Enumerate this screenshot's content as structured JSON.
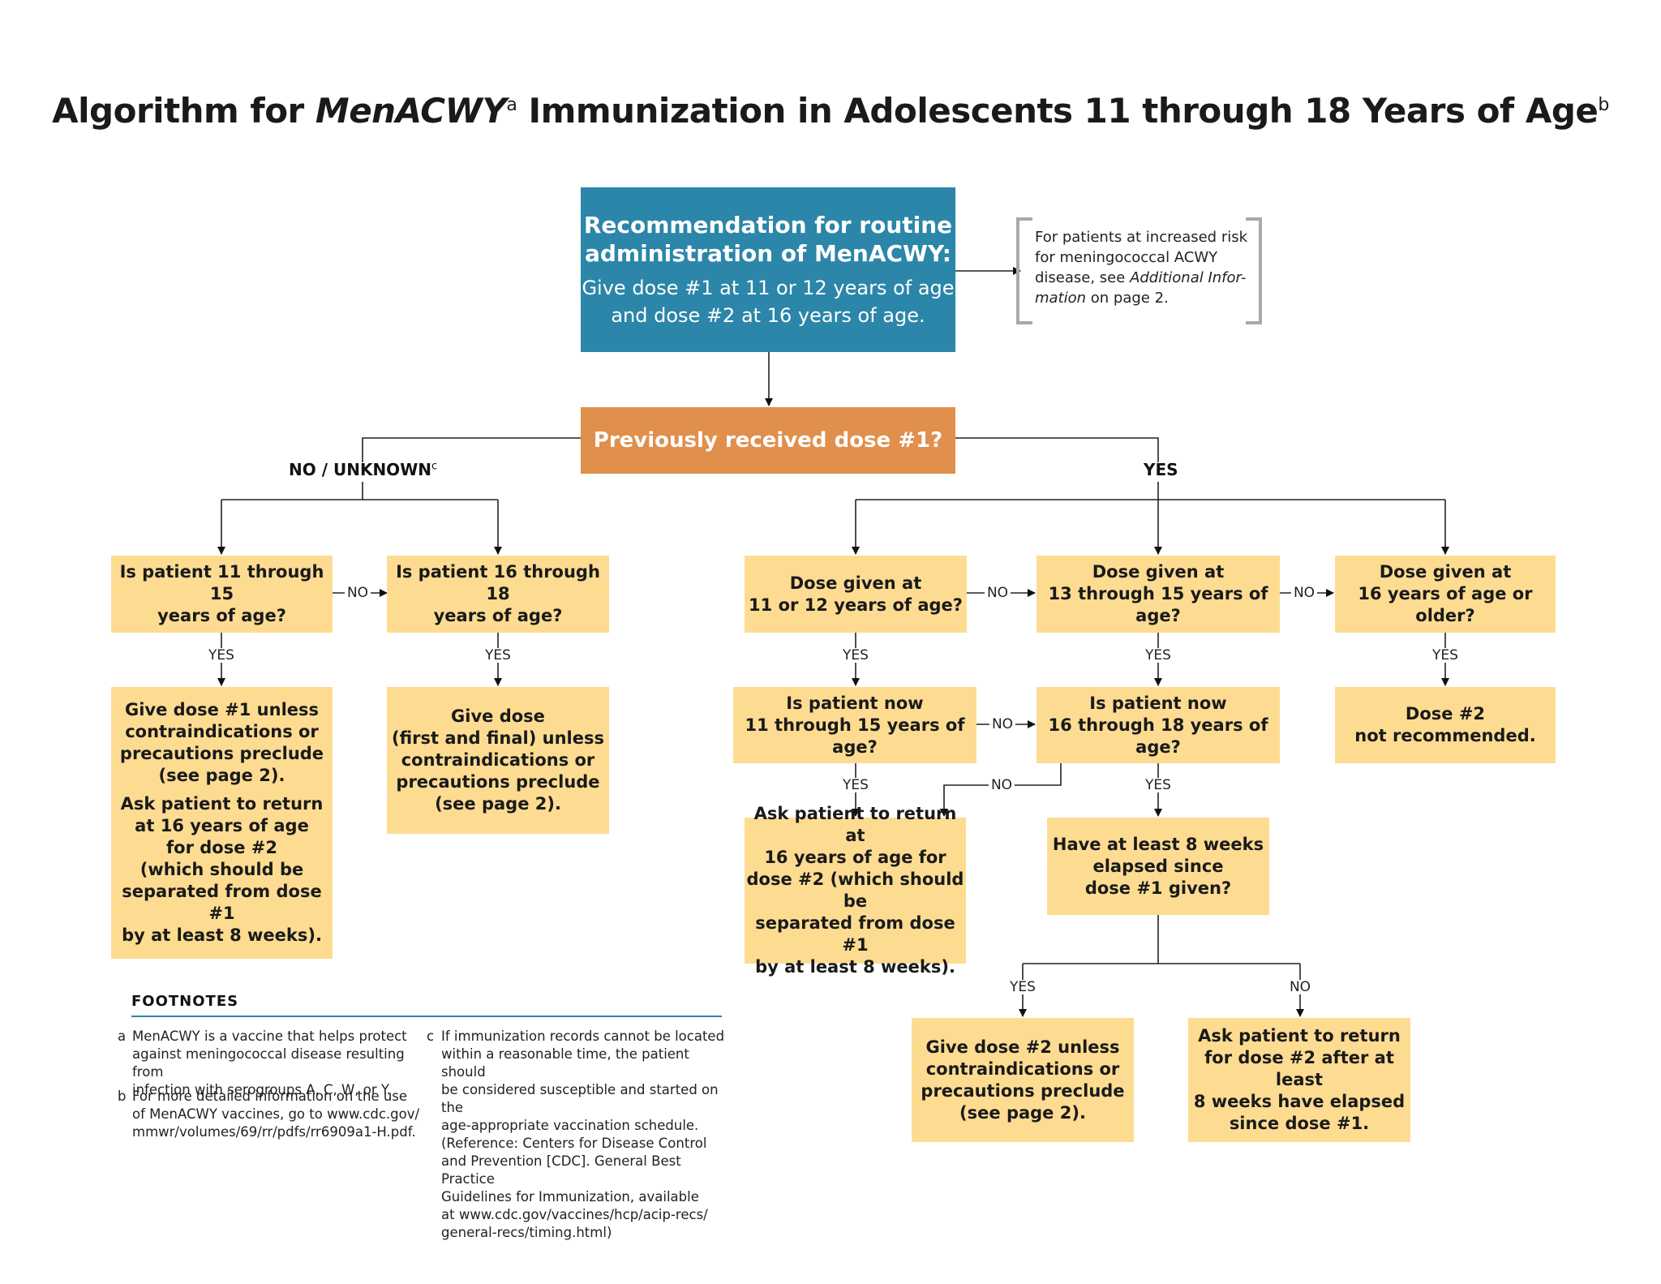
{
  "title": {
    "prefix": "Algorithm for ",
    "vaccine": "MenACWY",
    "sup_a": "a",
    "suffix": " Immunization in Adolescents 11 through 18 Years of Age",
    "sup_b": "b"
  },
  "recommendation": {
    "heading": "Recommendation for routine\nadministration of MenACWY:",
    "body": "Give dose #1 at 11 or 12 years of age\nand dose #2 at 16 years of age."
  },
  "side_note": {
    "text_before": "For patients at increased risk\nfor meningococcal ACWY\ndisease, see ",
    "italic_1": "Additional Infor-\nmation",
    "text_after": " on page 2."
  },
  "question_root": "Previously received dose #1?",
  "branch_labels": {
    "no_unknown": "NO / UNKNOWN",
    "no_unknown_sup": "c",
    "yes": "YES"
  },
  "connector_labels": {
    "yes": "YES",
    "no": "NO"
  },
  "left_branch": {
    "q_11_15": "Is patient 11 through 15\nyears of age?",
    "q_16_18": "Is patient 16 through 18\nyears of age?",
    "give_dose1_p1": "Give dose #1 unless\ncontraindications or\nprecautions preclude\n(see page 2).",
    "give_dose1_p2": "Ask patient to return\nat 16 years of age\nfor dose #2\n(which should be\nseparated from dose #1\nby at least 8 weeks).",
    "give_final": "Give dose\n(first and final) unless\ncontraindications or\nprecautions preclude\n(see page 2)."
  },
  "right_branch": {
    "dose_at_11_12": "Dose given at\n11 or 12 years of age?",
    "dose_at_13_15": "Dose given at\n13 through 15 years of age?",
    "dose_at_16": "Dose given at\n16 years of age or older?",
    "now_11_15": "Is patient now\n11 through 15 years of age?",
    "now_16_18": "Is patient now\n16 through 18 years of age?",
    "dose2_not_rec": "Dose #2\nnot recommended.",
    "ask_return_16": "Ask patient to return at\n16 years of age for\ndose #2 (which should be\nseparated from dose #1\nby at least 8 weeks).",
    "eight_weeks": "Have at least 8 weeks\nelapsed since\ndose #1 given?",
    "give_dose2": "Give dose #2 unless\ncontraindications or\nprecautions preclude\n(see page 2).",
    "ask_return_8w": "Ask patient to return\nfor dose #2 after at least\n8 weeks have elapsed\nsince dose #1."
  },
  "footnotes": {
    "title": "FOOTNOTES",
    "items": [
      {
        "key": "a",
        "text": "MenACWY is a vaccine that helps protect\nagainst meningococcal disease resulting from\ninfection with serogroups A, C, W, or Y."
      },
      {
        "key": "b",
        "text": "For more detailed information on the use\nof MenACWY vaccines, go to www.cdc.gov/\nmmwr/volumes/69/rr/pdfs/rr6909a1-H.pdf."
      },
      {
        "key": "c",
        "text": "If immunization records cannot be located\nwithin a reasonable time, the patient should\nbe considered susceptible and started on the\nage-appropriate vaccination schedule.\n(Reference: Centers for Disease Control\nand Prevention [CDC]. General Best Practice\nGuidelines for Immunization, available\nat www.cdc.gov/vaccines/hcp/acip-recs/\ngeneral-recs/timing.html)"
      }
    ]
  },
  "colors": {
    "recommendation_box": "#2b86a9",
    "question_box": "#e08f4c",
    "decision_box": "#fddc92",
    "bracket": "#a9a9a9",
    "footnote_rule": "#2b86a9"
  }
}
